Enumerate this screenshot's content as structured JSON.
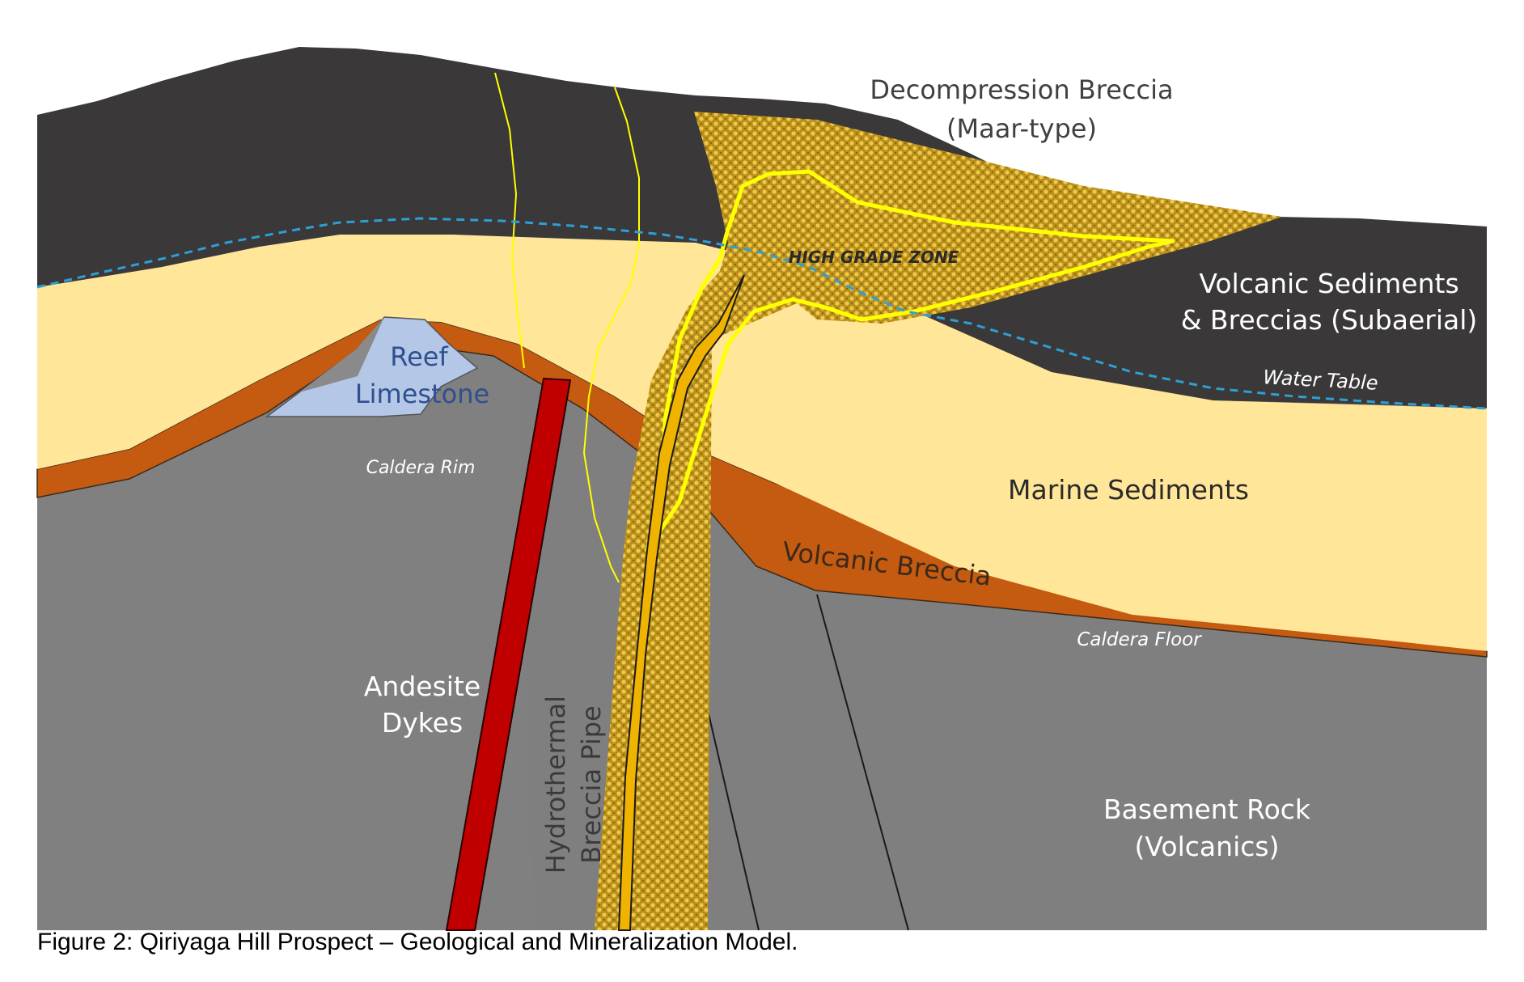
{
  "labels": {
    "decompression_line1": "Decompression Breccia",
    "decompression_line2": "(Maar-type)",
    "high_grade_zone": "HIGH GRADE ZONE",
    "volcanic_sediments_line1": "Volcanic Sediments",
    "volcanic_sediments_line2": "& Breccias (Subaerial)",
    "water_table": "Water Table",
    "reef_limestone_line1": "Reef",
    "reef_limestone_line2": "Limestone",
    "caldera_rim": "Caldera Rim",
    "marine_sediments": "Marine Sediments",
    "volcanic_breccia": "Volcanic Breccia",
    "caldera_floor": "Caldera Floor",
    "andesite_dykes_line1": "Andesite",
    "andesite_dykes_line2": "Dykes",
    "breccia_pipe_line1": "Hydrothermal",
    "breccia_pipe_line2": "Breccia Pipe",
    "basement_rock_line1": "Basement Rock",
    "basement_rock_line2": "(Volcanics)"
  },
  "caption": "Figure 2: Qiriyaga Hill Prospect – Geological and Mineralization Model.",
  "colors": {
    "basement": "#7f7f7f",
    "volcanic_breccia": "#c55a11",
    "marine_sediments": "#ffe699",
    "volcanic_sediments": "#3a3838",
    "reef_limestone": "#b4c7e7",
    "andesite_dyke": "#c00000",
    "breccia_fill": "#d4a82a",
    "high_grade_outline": "#ffff00",
    "water_table": "#2e9fd6"
  }
}
